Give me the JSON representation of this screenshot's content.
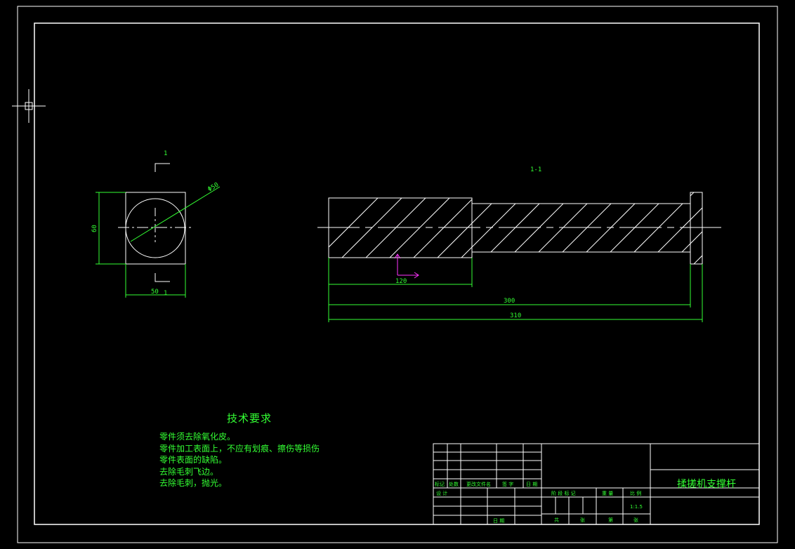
{
  "drawing": {
    "section_mark": "1",
    "section_label": "1-1",
    "dims": {
      "diameter": "Φ50",
      "height": "60",
      "width": "50",
      "length_120": "120",
      "length_300": "300",
      "length_310": "310"
    }
  },
  "tech_requirements": {
    "title": "技术要求",
    "lines": [
      "零件须去除氧化皮。",
      "零件加工表面上，不应有划痕、擦伤等损伤",
      "零件表面的缺陷。",
      "去除毛刺飞边。",
      "去除毛刺，抛光。"
    ]
  },
  "title_block": {
    "part_name": "揉搓机支撑杆",
    "scale": "1:1.5",
    "rev_headers": [
      "标记",
      "处数",
      "更改文件名",
      "签 字",
      "日 期"
    ],
    "design_row": [
      "设 计",
      "",
      ""
    ],
    "date_label": "日 期",
    "stage_headers": [
      "阶 段 标 记",
      "重 量",
      "比 例"
    ],
    "sheet_labels": [
      "共",
      "张",
      "第",
      "张"
    ]
  },
  "colors": {
    "background": "#000000",
    "lines": "#ffffff",
    "dims": "#33ff33",
    "ucs": "#ff33ff"
  }
}
